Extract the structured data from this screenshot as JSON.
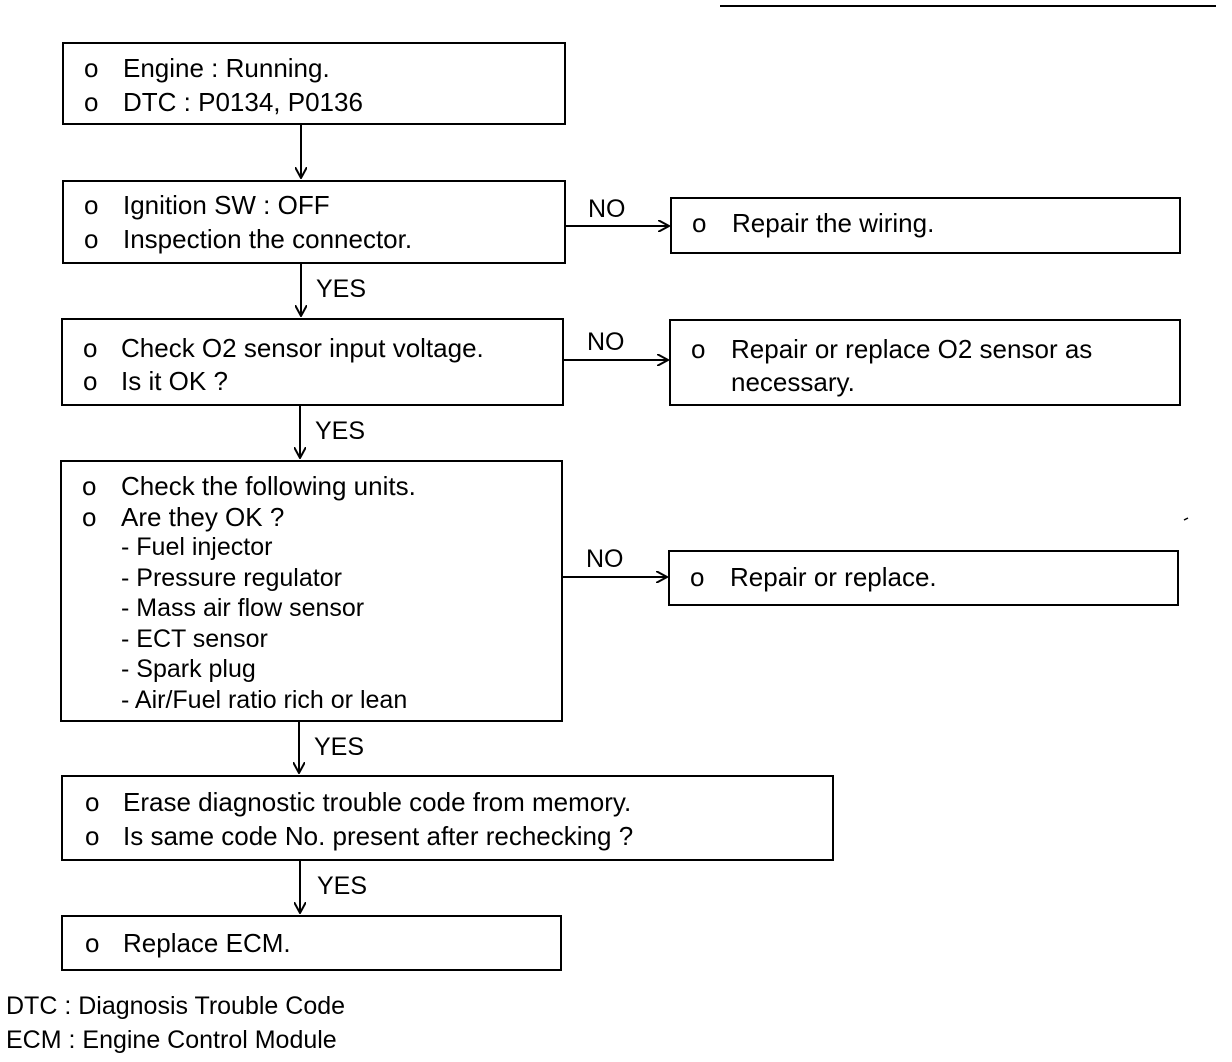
{
  "bullet_symbol": "o",
  "boxes": {
    "start": {
      "lines": [
        "Engine : Running.",
        "DTC : P0134, P0136"
      ]
    },
    "check_connector": {
      "lines": [
        "Ignition SW : OFF",
        "Inspection the connector."
      ]
    },
    "repair_wiring": {
      "lines": [
        "Repair the wiring."
      ]
    },
    "check_o2": {
      "lines": [
        "Check O2 sensor input voltage.",
        "Is it OK ?"
      ]
    },
    "repair_o2": {
      "lines": [
        "Repair or replace O2 sensor as",
        "necessary."
      ]
    },
    "check_units": {
      "lines": [
        "Check the following units.",
        "Are they OK ?"
      ],
      "units": [
        "- Fuel injector",
        "- Pressure regulator",
        "- Mass air flow sensor",
        "- ECT sensor",
        "- Spark plug",
        "- Air/Fuel ratio rich or lean"
      ]
    },
    "repair_units": {
      "lines": [
        "Repair or replace."
      ]
    },
    "erase_dtc": {
      "lines": [
        "Erase diagnostic trouble code from memory.",
        "Is same code No. present after rechecking ?"
      ]
    },
    "replace_ecm": {
      "lines": [
        "Replace ECM."
      ]
    }
  },
  "edge_labels": {
    "no_1": "NO",
    "no_2": "NO",
    "no_3": "NO",
    "yes_1": "YES",
    "yes_2": "YES",
    "yes_3": "YES",
    "yes_4": "YES"
  },
  "legend": [
    "DTC : Diagnosis Trouble Code",
    "ECM : Engine Control Module"
  ]
}
